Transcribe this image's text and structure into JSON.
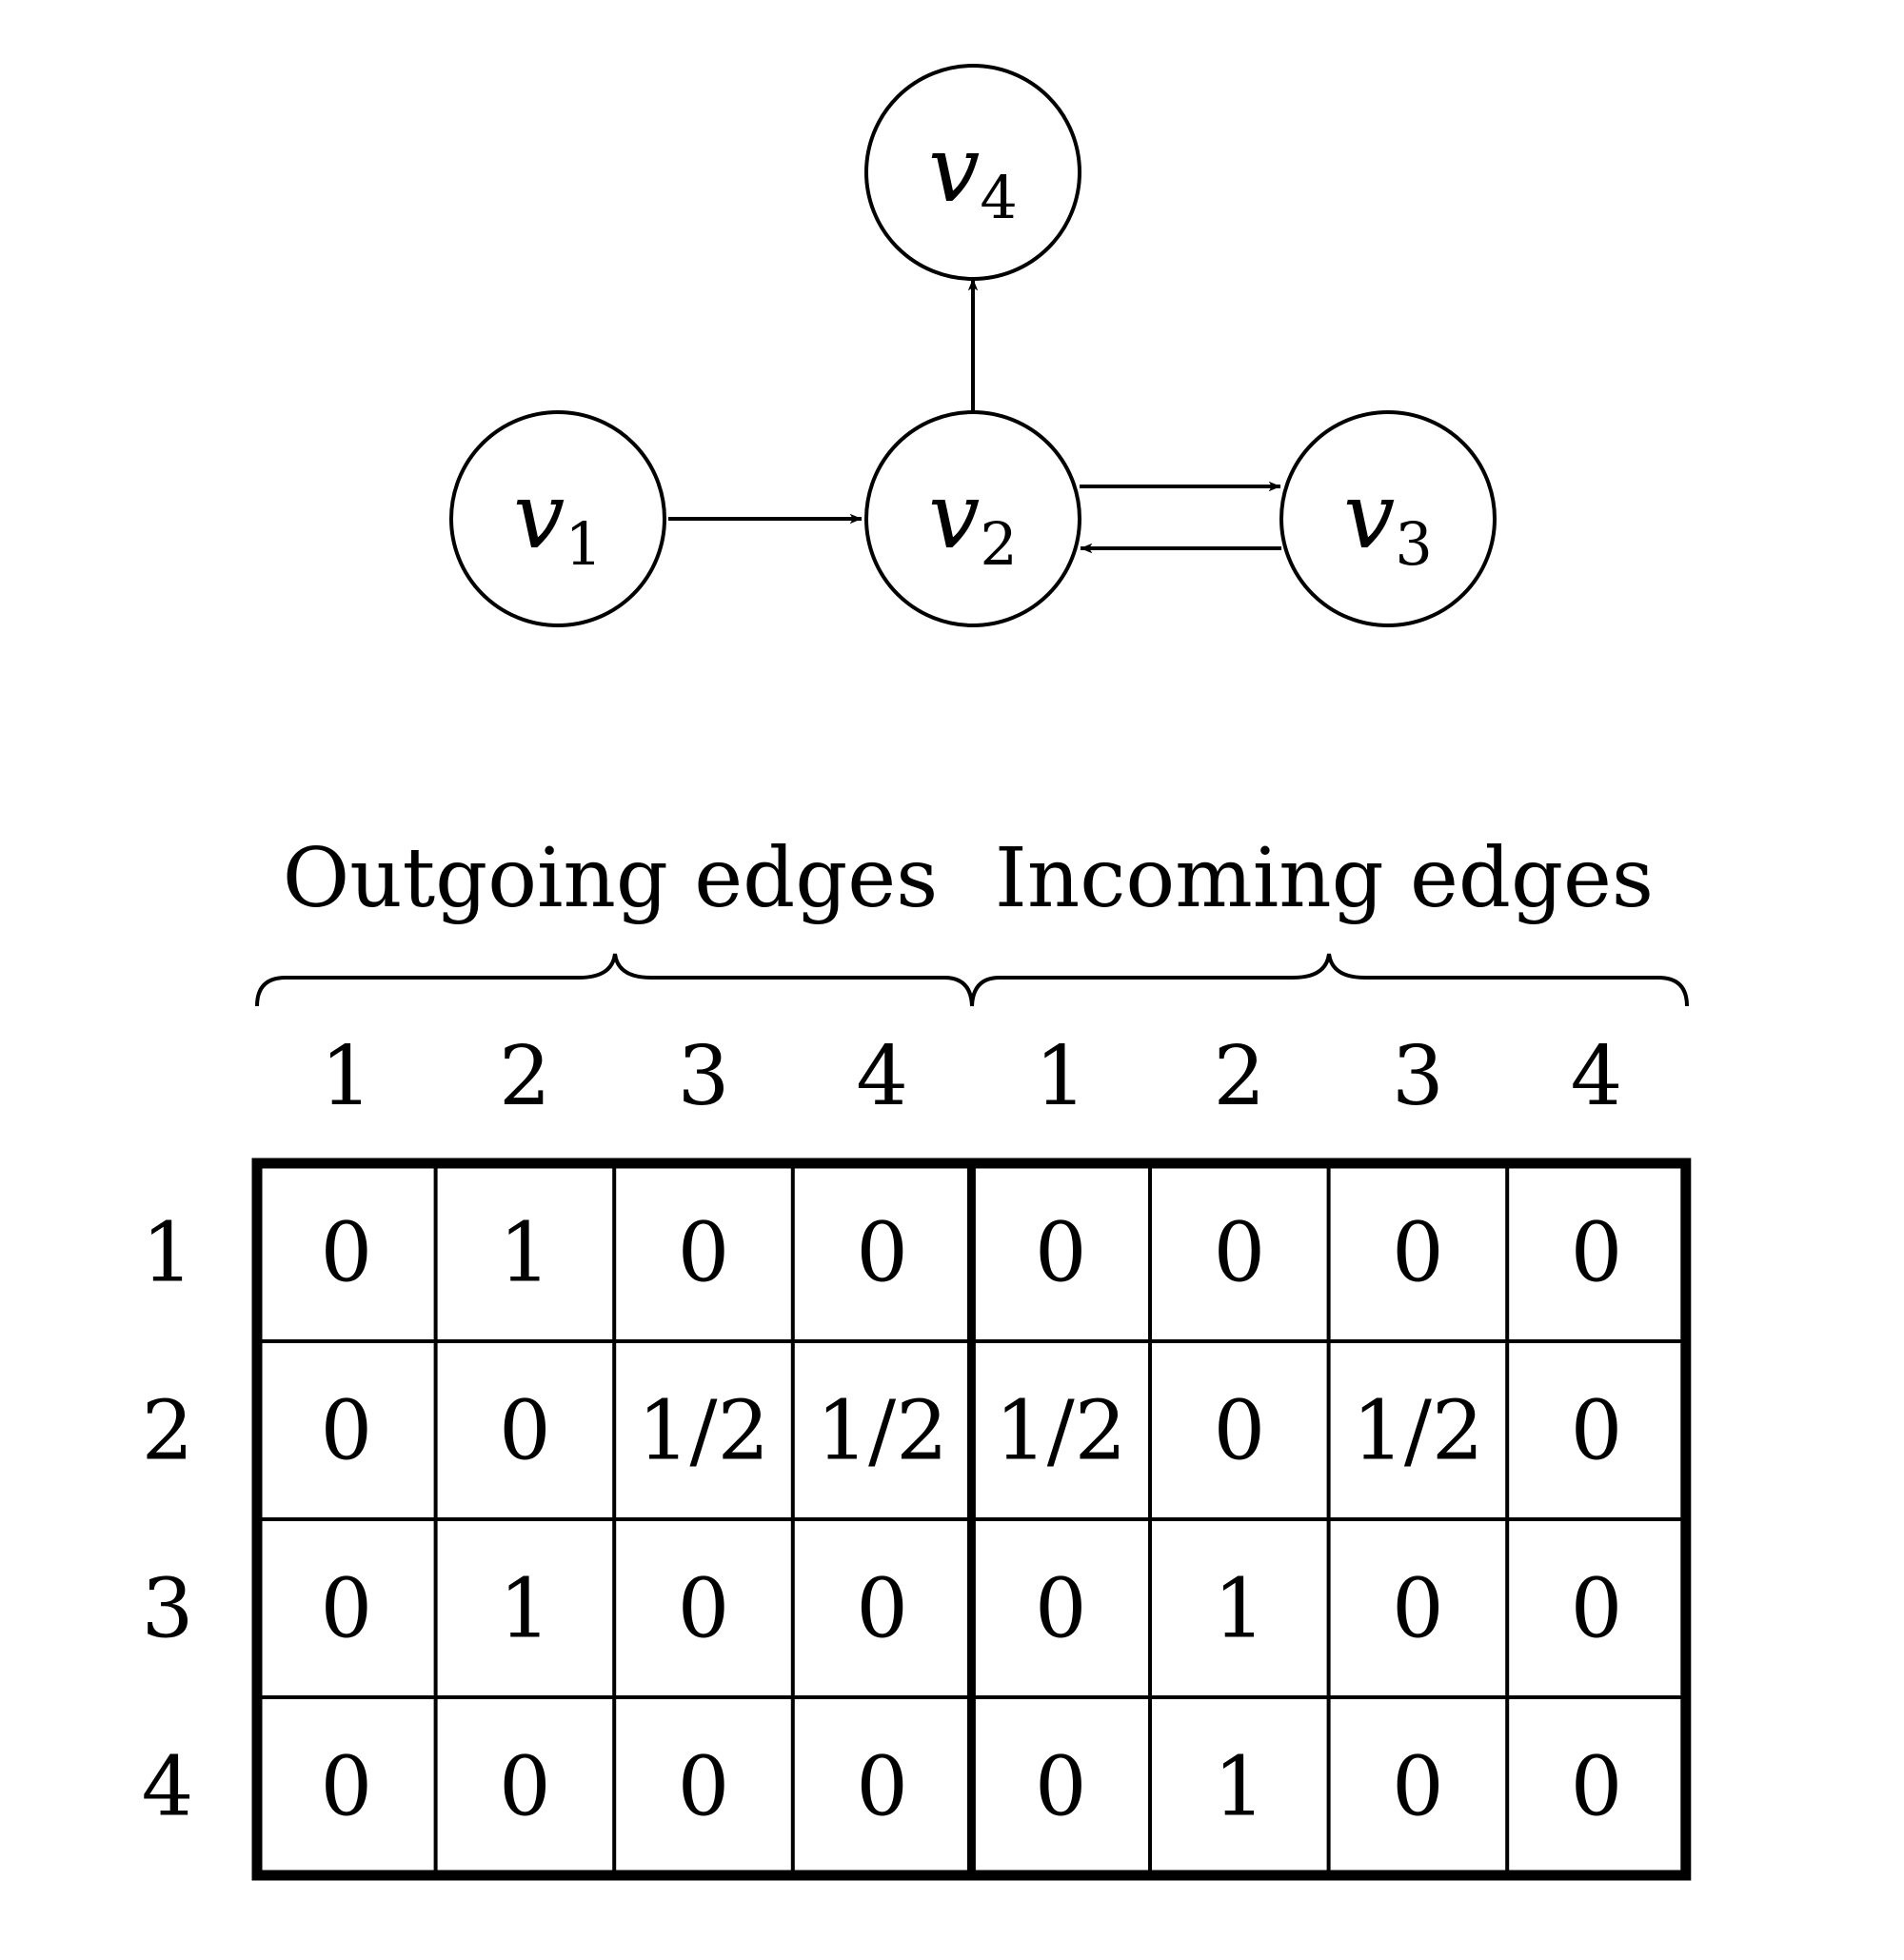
{
  "graph": {
    "nodes": [
      {
        "id": "v1",
        "letter": "v",
        "subscript": "1"
      },
      {
        "id": "v2",
        "letter": "v",
        "subscript": "2"
      },
      {
        "id": "v3",
        "letter": "v",
        "subscript": "3"
      },
      {
        "id": "v4",
        "letter": "v",
        "subscript": "4"
      }
    ],
    "edges": [
      {
        "from": "v1",
        "to": "v2"
      },
      {
        "from": "v2",
        "to": "v3"
      },
      {
        "from": "v3",
        "to": "v2"
      },
      {
        "from": "v2",
        "to": "v4"
      }
    ]
  },
  "table": {
    "outgoing_label": "Outgoing edges",
    "incoming_label": "Incoming edges",
    "column_headers": [
      "1",
      "2",
      "3",
      "4",
      "1",
      "2",
      "3",
      "4"
    ],
    "row_headers": [
      "1",
      "2",
      "3",
      "4"
    ],
    "rows": [
      [
        "0",
        "1",
        "0",
        "0",
        "0",
        "0",
        "0",
        "0"
      ],
      [
        "0",
        "0",
        "1/2",
        "1/2",
        "1/2",
        "0",
        "1/2",
        "0"
      ],
      [
        "0",
        "1",
        "0",
        "0",
        "0",
        "1",
        "0",
        "0"
      ],
      [
        "0",
        "0",
        "0",
        "0",
        "0",
        "1",
        "0",
        "0"
      ]
    ]
  },
  "colors": {
    "ink": "#000000",
    "background": "#ffffff"
  }
}
